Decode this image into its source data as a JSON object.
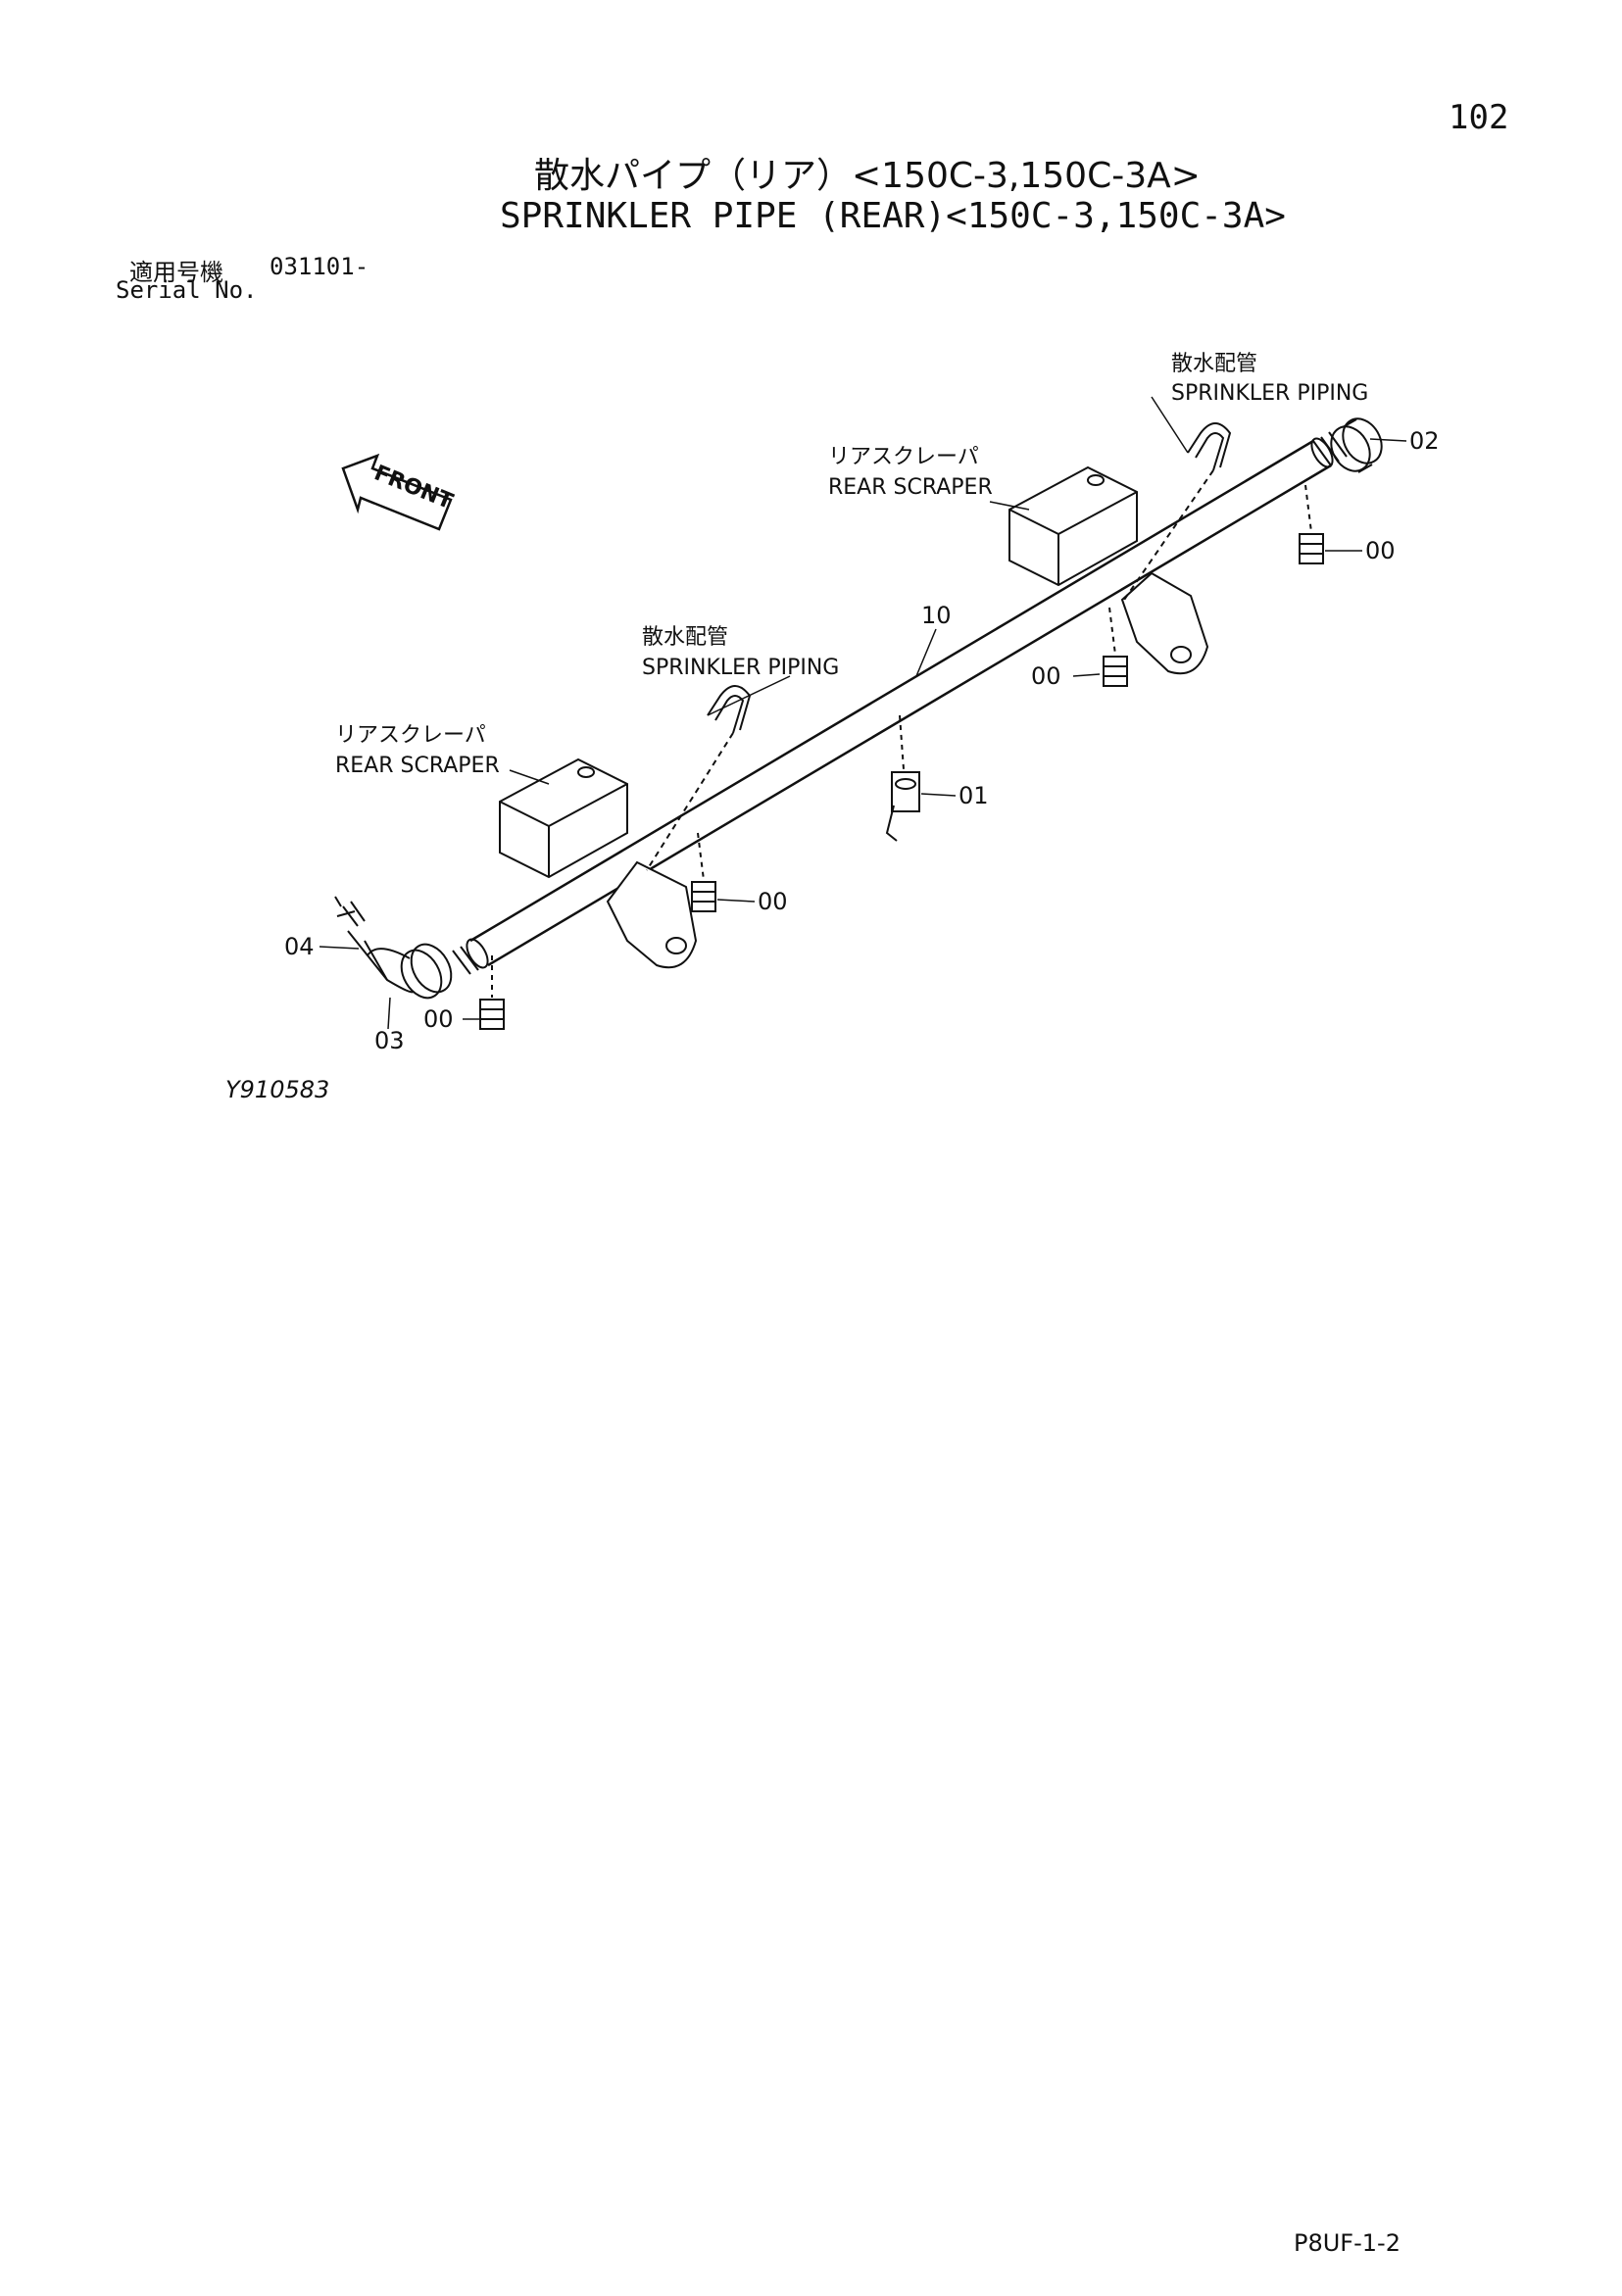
{
  "header": {
    "page_number": "102",
    "title_jp": "散水パイプ（リア）<150C-3,150C-3A>",
    "title_en": "SPRINKLER PIPE (REAR)<150C-3,150C-3A>"
  },
  "serial": {
    "label_jp": "適用号機",
    "label_en": "Serial No.",
    "value": "031101-"
  },
  "diagram": {
    "front_label": "FRONT",
    "callouts": {
      "sprinkler_piping_right_jp": "散水配管",
      "sprinkler_piping_right_en": "SPRINKLER PIPING",
      "rear_scraper_right_jp": "リアスクレーパ",
      "rear_scraper_right_en": "REAR SCRAPER",
      "sprinkler_piping_left_jp": "散水配管",
      "sprinkler_piping_left_en": "SPRINKLER PIPING",
      "rear_scraper_left_jp": "リアスクレーパ",
      "rear_scraper_left_en": "REAR SCRAPER"
    },
    "part_numbers": {
      "p02": "02",
      "p00_a": "00",
      "p10": "10",
      "p00_b": "00",
      "p01": "01",
      "p00_c": "00",
      "p04": "04",
      "p03": "03",
      "p00_d": "00"
    }
  },
  "footer": {
    "figure_id": "Y910583",
    "page_code": "P8UF-1-2"
  }
}
